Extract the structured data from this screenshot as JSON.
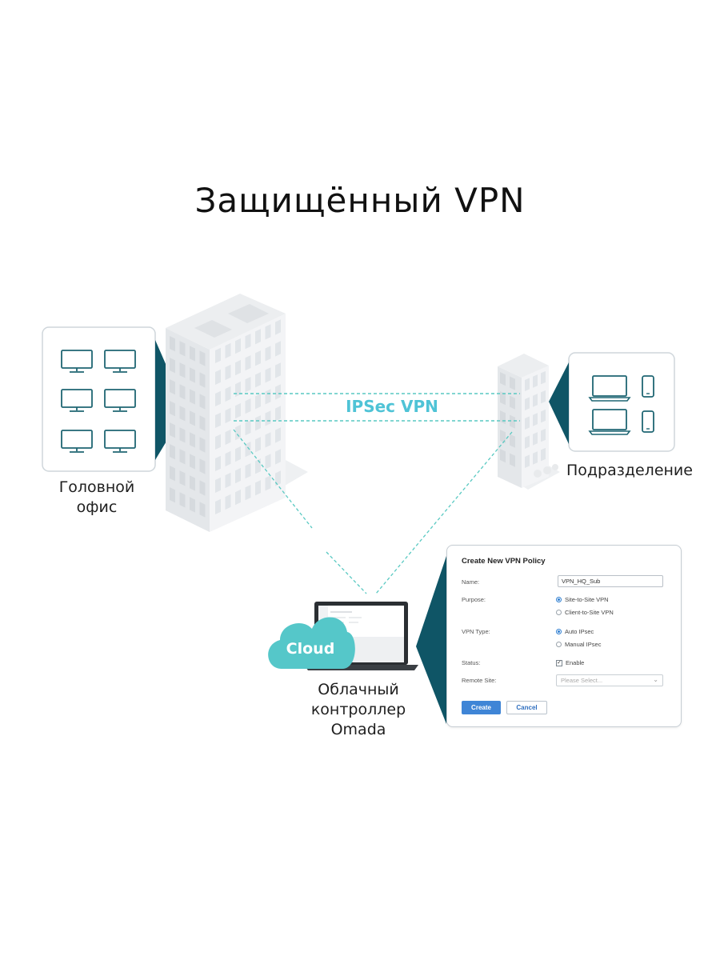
{
  "title": "Защищённый VPN",
  "nodes": {
    "hq_label": "Головной\nофис",
    "branch_label": "Подразделение",
    "cloud_label": "Облачный\nконтроллер\nOmada",
    "cloud_badge": "Cloud"
  },
  "link_label": "IPSec VPN",
  "colors": {
    "teal_dark": "#0f5566",
    "teal_line": "#59c9c2",
    "cloud": "#55c7c9",
    "accent_blue": "#3f85d6"
  },
  "icons": {
    "hq_devices": [
      "desktop-monitor-icon"
    ],
    "branch_devices": [
      "laptop-icon",
      "smartphone-icon"
    ]
  },
  "vpn_form": {
    "title": "Create New VPN Policy",
    "name_label": "Name:",
    "name_value": "VPN_HQ_Sub",
    "purpose_label": "Purpose:",
    "purpose_options": [
      "Site-to-Site VPN",
      "Client-to-Site VPN"
    ],
    "purpose_selected": "Site-to-Site VPN",
    "vpn_type_label": "VPN Type:",
    "vpn_type_options": [
      "Auto IPsec",
      "Manual IPsec"
    ],
    "vpn_type_selected": "Auto IPsec",
    "status_label": "Status:",
    "status_value": "Enable",
    "status_checked": true,
    "remote_site_label": "Remote Site:",
    "remote_site_placeholder": "Please Select...",
    "create_label": "Create",
    "cancel_label": "Cancel"
  }
}
